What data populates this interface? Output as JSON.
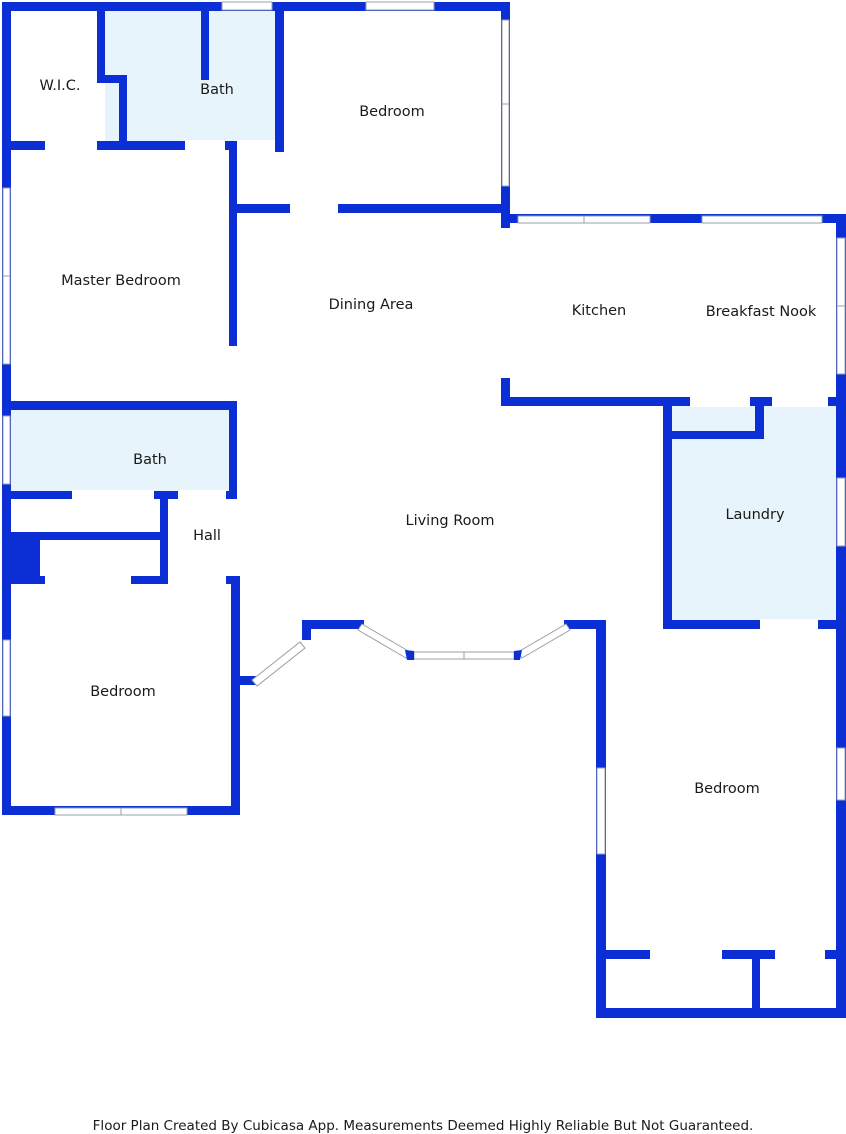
{
  "rooms": {
    "wic": "W.I.C.",
    "bath_top": "Bath",
    "bedroom_top": "Bedroom",
    "master_bedroom": "Master Bedroom",
    "dining_area": "Dining Area",
    "kitchen": "Kitchen",
    "breakfast_nook": "Breakfast Nook",
    "bath_mid": "Bath",
    "hall": "Hall",
    "living_room": "Living Room",
    "laundry": "Laundry",
    "bedroom_left": "Bedroom",
    "bedroom_right": "Bedroom"
  },
  "footer": {
    "disclaimer": "Floor Plan Created By Cubicasa App. Measurements Deemed Highly Reliable But Not Guaranteed."
  },
  "colors": {
    "wall": "#0b2fd4",
    "wet_room_fill": "#e8f4fb"
  }
}
